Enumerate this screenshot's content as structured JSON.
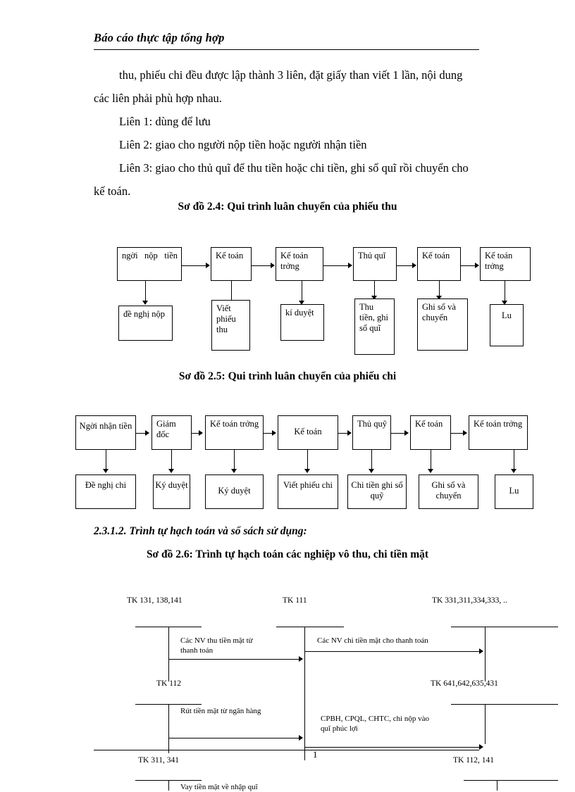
{
  "header": {
    "title": "Báo cáo thực tập tổng hợp"
  },
  "body": {
    "para1": "thu, phiếu chi đều được lập thành 3 liên,  đặt giấy  than  viết 1 lần, nội dung",
    "para1b": "các liên  phải phù hợp nhau.",
    "line_lien1": "Liên 1: dùng để lưu",
    "line_lien2": "Liên 2: giao cho người nộp tiền hoặc người nhận tiền",
    "line_lien3": "Liên 3: giao cho thủ quĩ để thu tiền hoặc chi tiền, ghi sổ quĩ rồi chuyển cho",
    "line_lien3b": "kế toán."
  },
  "diagram24": {
    "caption": "Sơ đồ 2.4: Qui trình luân chuyển của phiếu thu",
    "top_boxes": [
      "ngời    nộp  tiền",
      "Kế toán",
      "Kế toán trởng",
      "Thủ quĩ",
      "Kế toán",
      "Kế toán trởng"
    ],
    "bottom_boxes": [
      "đề nghị nộp",
      "Viết phiếu thu",
      "kí duyệt",
      "Thu tiền, ghi sổ quĩ",
      "Ghi sổ và chuyển",
      "Lu"
    ]
  },
  "diagram25": {
    "caption": "Sơ đồ 2.5: Qui trình luân chuyển của phiếu chi",
    "top_boxes": [
      "Ngời nhận tiền",
      "Giám đốc",
      "Kế toán trởng",
      "Kế toán",
      "Thủ quỹ",
      "Kế toán",
      "Kế toán trởng"
    ],
    "bottom_boxes": [
      "Đề nghị chi",
      "Ký duyệt",
      "Ký duyệt",
      "Viết phiếu chi",
      "Chi tiền ghi sổ quỹ",
      "Ghi sổ và chuyển",
      "Lu"
    ]
  },
  "section": {
    "heading": "2.3.1.2. Trình tự hạch toán và sổ sách sử dụng:"
  },
  "diagram26": {
    "caption": "Sơ đồ 2.6: Trình tự hạch toán các nghiệp vô thu, chi tiền mặt",
    "accounts": {
      "left_top": "TK 131, 138,141",
      "center_top": "TK 111",
      "right_top": "TK 331,311,334,333, ..",
      "left_mid": "TK 112",
      "right_mid": "TK 641,642,635,431",
      "left_bottom": "TK 311, 341",
      "right_bottom": "TK 112, 141"
    },
    "notes": {
      "n1": "Các NV thu tiền mặt từ",
      "n1b": "thanh toán",
      "n2": "Các NV chi tiền mặt cho  thanh toán",
      "n3": "Rút tiền mặt từ ngân hàng",
      "n4": "CPBH, CPQL,  CHTC, chi nộp vào",
      "n4b": "quĩ phúc lợi",
      "n5": "Vay tiền mặt về nhập quĩ"
    }
  },
  "footer": {
    "page_number": "1"
  }
}
